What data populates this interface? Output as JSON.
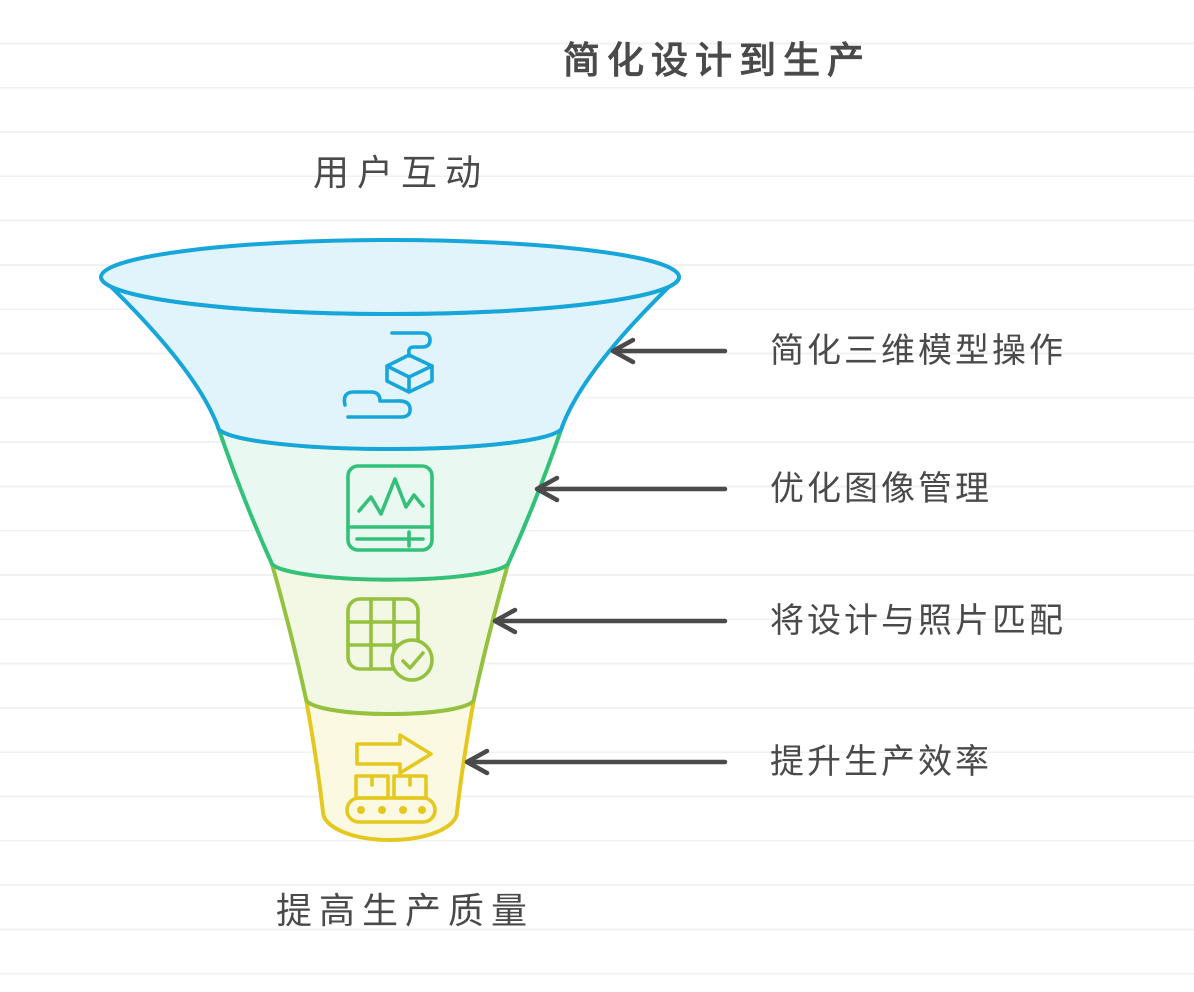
{
  "diagram": {
    "title": "简化设计到生产",
    "top_label": "用户互动",
    "bottom_label": "提高生产质量",
    "stages": [
      {
        "label": "简化三维模型操作",
        "icon": "3d-printer-cube-icon",
        "stroke": "#17a6da",
        "fill": "#e1f4fb"
      },
      {
        "label": "优化图像管理",
        "icon": "image-waveform-panel-icon",
        "stroke": "#33c17a",
        "fill": "#e9f8f0"
      },
      {
        "label": "将设计与照片匹配",
        "icon": "grid-check-icon",
        "stroke": "#94c13e",
        "fill": "#f3f8e5"
      },
      {
        "label": "提升生产效率",
        "icon": "conveyor-arrow-icon",
        "stroke": "#e5c81f",
        "fill": "#fcf9e2"
      }
    ],
    "colors": {
      "arrow": "#4a4a4a",
      "text": "#4a4a4a",
      "gridline": "#f1f1f1",
      "background": "#ffffff"
    }
  }
}
